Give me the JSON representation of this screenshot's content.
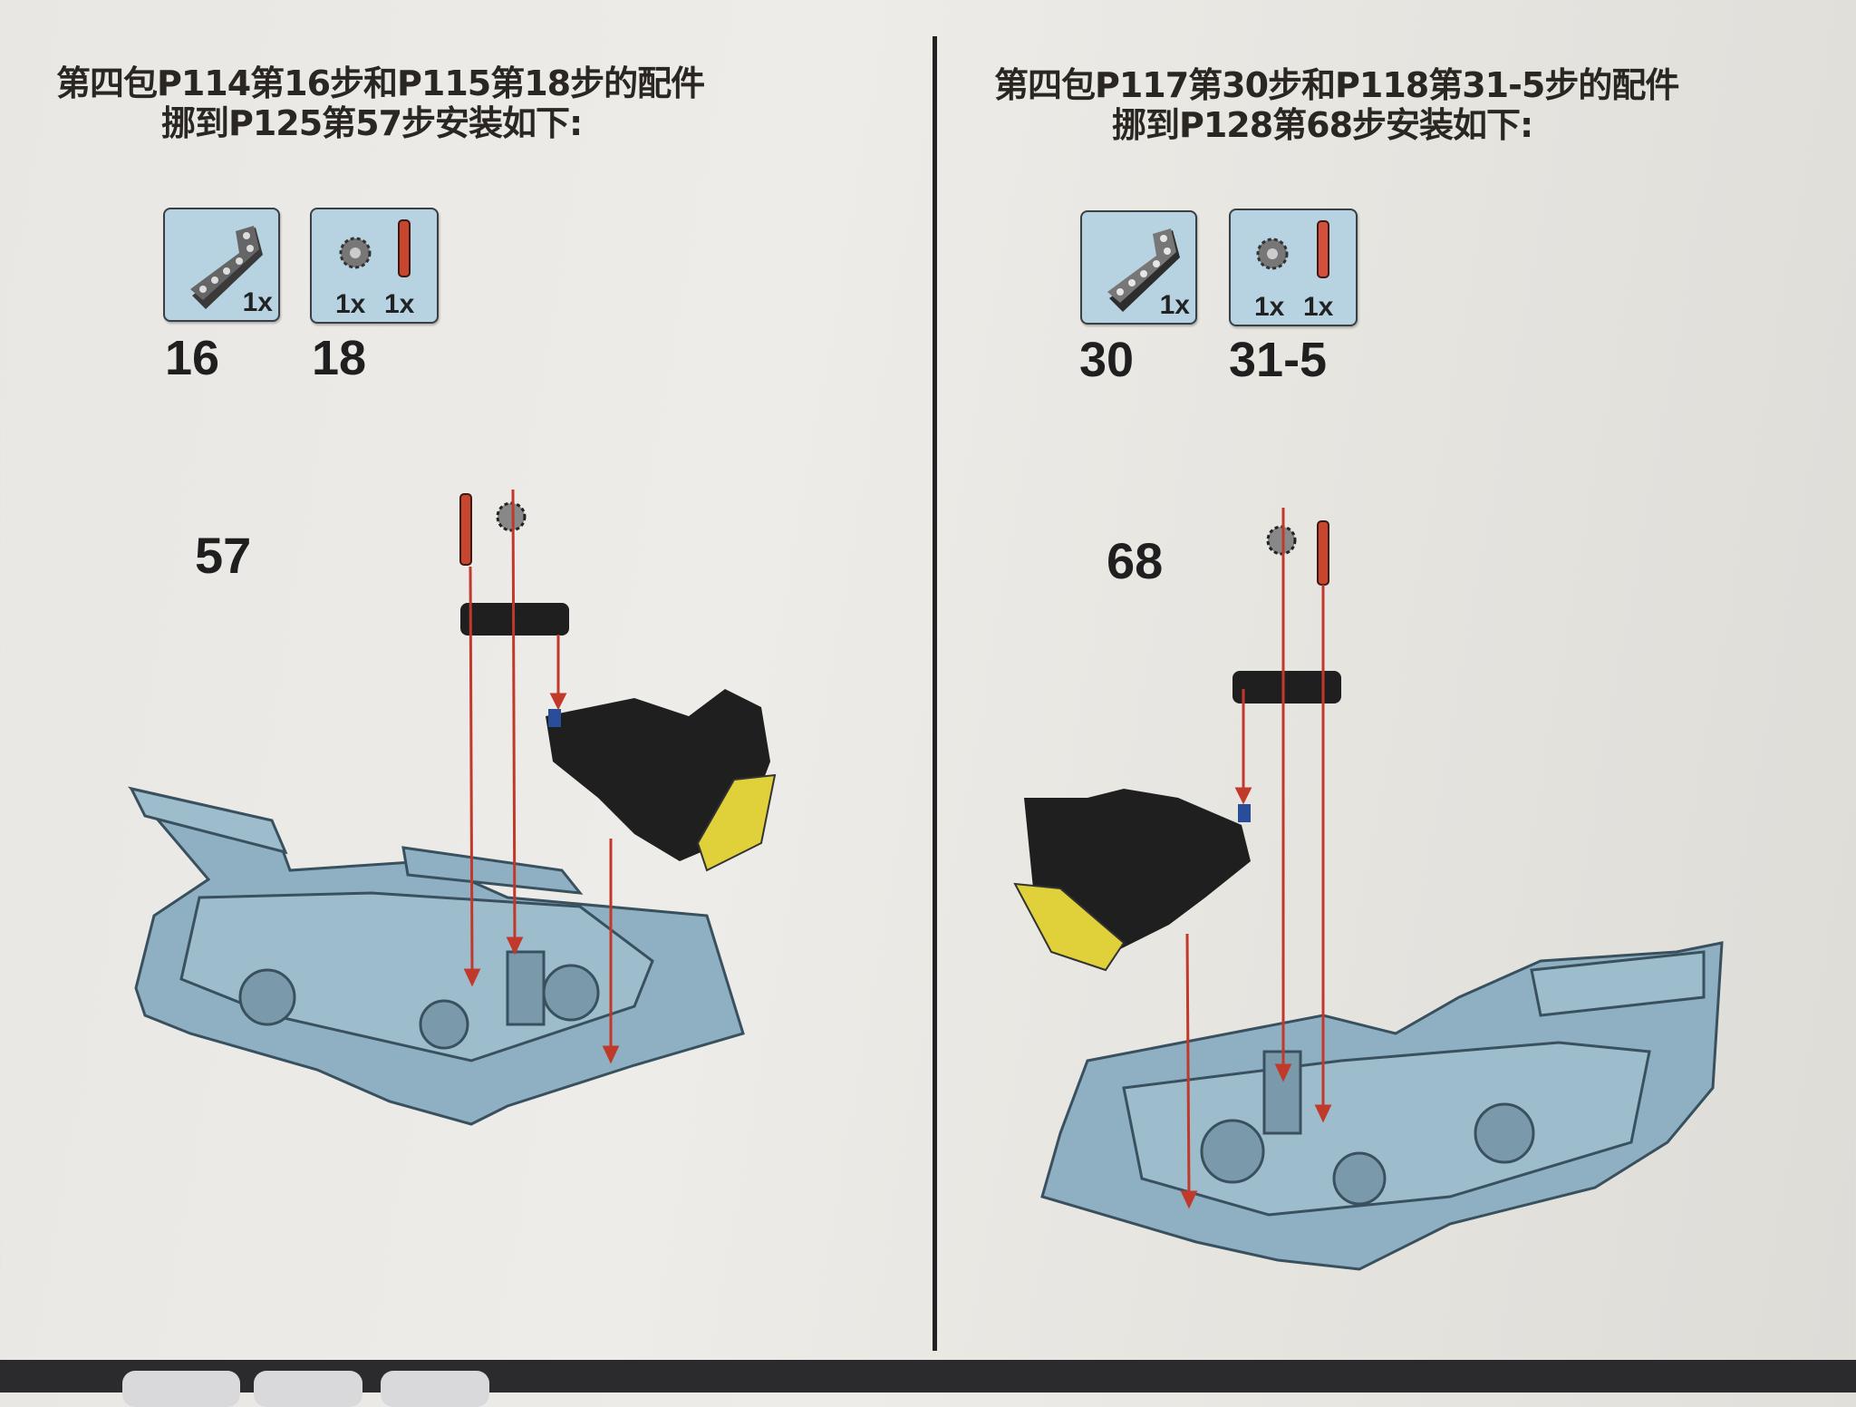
{
  "left_panel": {
    "title_line1": "第四包P114第16步和P115第18步的配件",
    "title_line2": "挪到P125第57步安装如下:",
    "parts": [
      {
        "step": "16",
        "quantities": [
          "1x"
        ],
        "icons": [
          "l-beam-icon"
        ]
      },
      {
        "step": "18",
        "quantities": [
          "1x",
          "1x"
        ],
        "icons": [
          "gear-icon",
          "axle-pin-icon"
        ]
      }
    ],
    "assembly_step": "57"
  },
  "right_panel": {
    "title_line1": "第四包P117第30步和P118第31-5步的配件",
    "title_line2": "挪到P128第68步安装如下:",
    "parts": [
      {
        "step": "30",
        "quantities": [
          "1x"
        ],
        "icons": [
          "l-beam-icon"
        ]
      },
      {
        "step": "31-5",
        "quantities": [
          "1x",
          "1x"
        ],
        "icons": [
          "gear-icon",
          "axle-pin-icon"
        ]
      }
    ],
    "assembly_step": "68"
  },
  "colors": {
    "part_box": "#b7d3e2",
    "model_blue": "#8fb0c2",
    "arrow_red": "#c0392b",
    "pin_red": "#c8452e",
    "yellow": "#e0d13a"
  }
}
